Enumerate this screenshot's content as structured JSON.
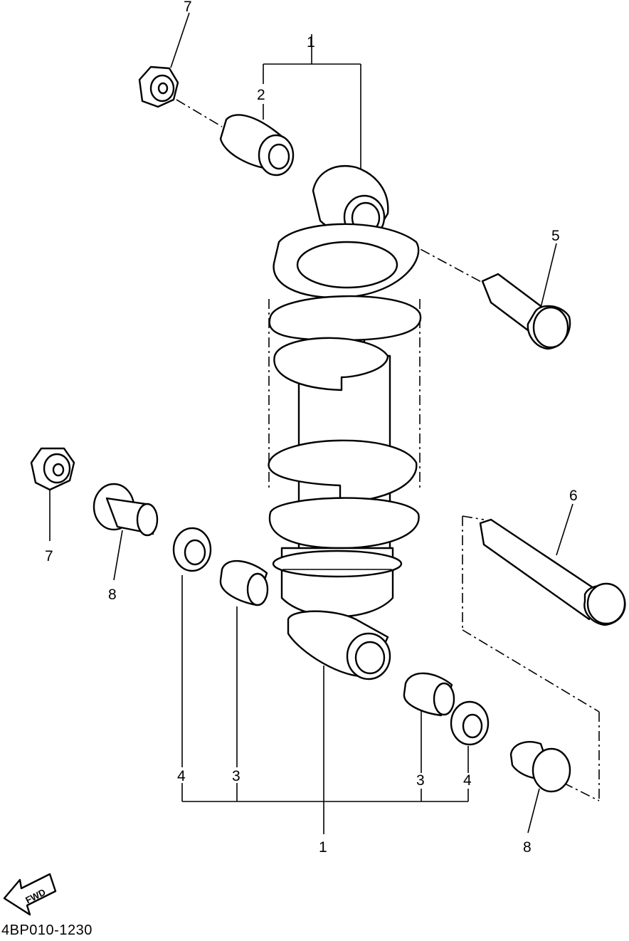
{
  "diagram": {
    "part_code": "4BP010-1230",
    "fwd_label": "FWD",
    "callouts": {
      "assembly_top": "1",
      "assembly_bottom": "1",
      "bushing_upper": "2",
      "collar_left": "3",
      "collar_right": "3",
      "oil_seal_left": "4",
      "oil_seal_right": "4",
      "bolt_upper": "5",
      "bolt_lower": "6",
      "nut_top": "7",
      "nut_left": "7",
      "flange_collar_left": "8",
      "flange_collar_right": "8"
    }
  }
}
